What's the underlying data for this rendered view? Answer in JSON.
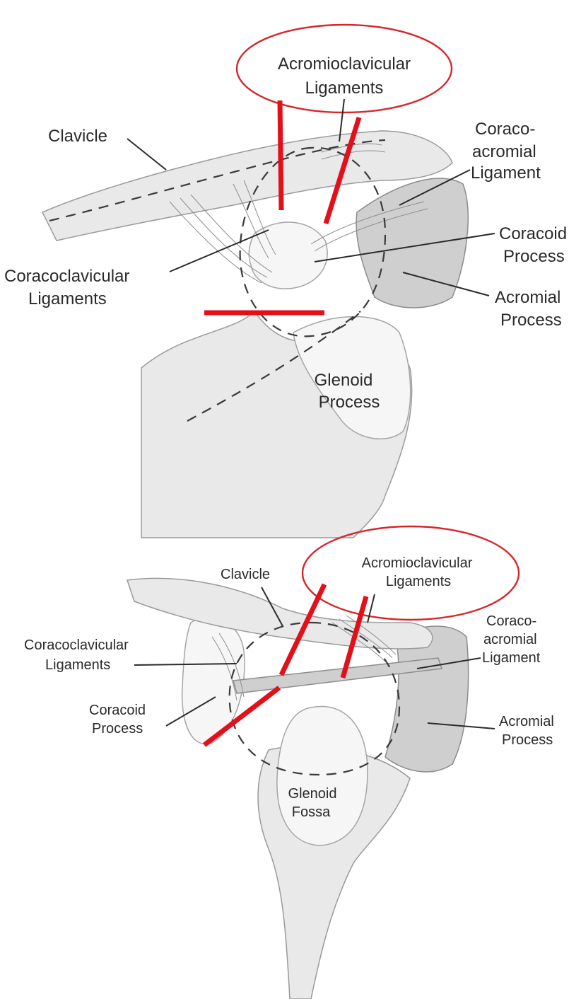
{
  "figure_top": {
    "labels": {
      "acromioclavicular_1": "Acromioclavicular",
      "acromioclavicular_2": "Ligaments",
      "clavicle": "Clavicle",
      "coraco_acromial_1": "Coraco-",
      "coraco_acromial_2": "acromial",
      "coraco_acromial_3": "Ligament",
      "coracoid_1": "Coracoid",
      "coracoid_2": "Process",
      "coracoclavicular_1": "Coracoclavicular",
      "coracoclavicular_2": "Ligaments",
      "acromial_1": "Acromial",
      "acromial_2": "Process",
      "glenoid_1": "Glenoid",
      "glenoid_2": "Process"
    }
  },
  "figure_bottom": {
    "labels": {
      "clavicle": "Clavicle",
      "acromioclavicular_1": "Acromioclavicular",
      "acromioclavicular_2": "Ligaments",
      "coracoclavicular_1": "Coracoclavicular",
      "coracoclavicular_2": "Ligaments",
      "coraco_acromial_1": "Coraco-",
      "coraco_acromial_2": "acromial",
      "coraco_acromial_3": "Ligament",
      "coracoid_1": "Coracoid",
      "coracoid_2": "Process",
      "acromial_1": "Acromial",
      "acromial_2": "Process",
      "glenoid_1": "Glenoid",
      "glenoid_2": "Fossa"
    }
  },
  "colors": {
    "annotation_red": "#e3101a",
    "oval_red": "#d7262a",
    "bone": "#e9e9e9",
    "label_text": "#2a2a2a"
  }
}
